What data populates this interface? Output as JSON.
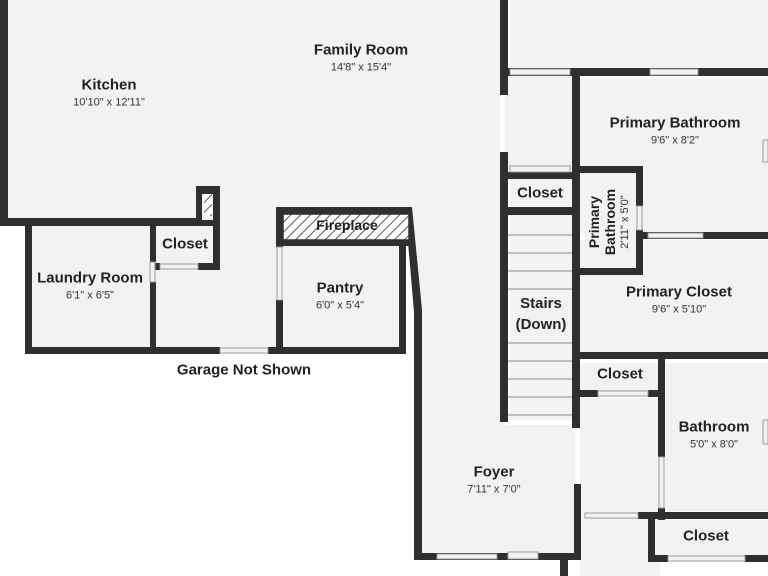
{
  "rooms": {
    "family_room": {
      "name": "Family Room",
      "dims": "14'8\" x 15'4\""
    },
    "kitchen": {
      "name": "Kitchen",
      "dims": "10'10\" x 12'11\""
    },
    "laundry_room": {
      "name": "Laundry Room",
      "dims": "6'1\" x 6'5\""
    },
    "laundry_closet": {
      "name": "Closet"
    },
    "fireplace": {
      "name": "Fireplace"
    },
    "pantry": {
      "name": "Pantry",
      "dims": "6'0\" x 5'4\""
    },
    "hall_closet": {
      "name": "Closet"
    },
    "stairs": {
      "name": "Stairs",
      "sub": "(Down)"
    },
    "primary_bathroom": {
      "name": "Primary Bathroom",
      "dims": "9'6\" x 8'2\""
    },
    "primary_bathroom_small": {
      "name_line1": "Primary",
      "name_line2": "Bathroom",
      "dims": "2'11\" x 5'0\""
    },
    "primary_closet": {
      "name": "Primary Closet",
      "dims": "9'6\" x 5'10\""
    },
    "closet_right": {
      "name": "Closet"
    },
    "bathroom": {
      "name": "Bathroom",
      "dims": "5'0\" x 8'0\""
    },
    "foyer": {
      "name": "Foyer",
      "dims": "7'11\" x 7'0\""
    },
    "closet_bottom": {
      "name": "Closet"
    }
  },
  "notes": {
    "garage": "Garage Not Shown"
  },
  "colors": {
    "wall": "#2f2f2f",
    "floor": "#f2f2f2",
    "text": "#222222"
  }
}
